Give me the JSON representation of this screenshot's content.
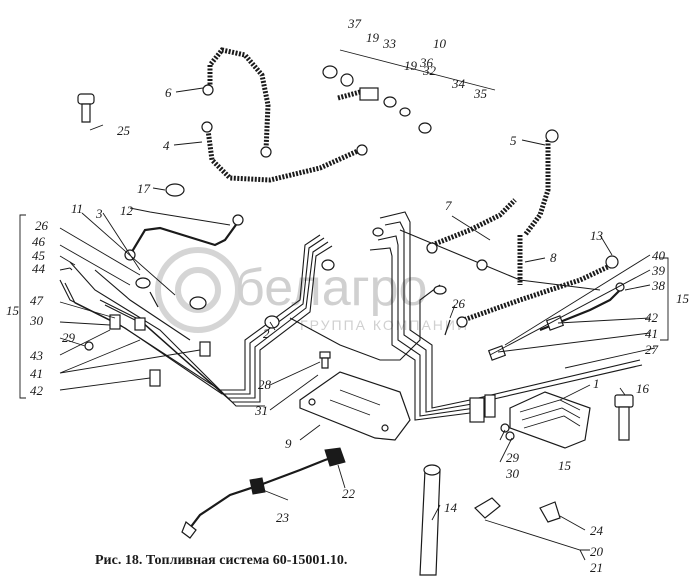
{
  "caption": "Рис. 18. Топливная система 60-15001.10.",
  "watermark": {
    "brand": "белагро",
    "subtitle": "ГРУППА КОМПАНИЙ"
  },
  "labels": {
    "n1": "1",
    "n2": "2",
    "n3": "3",
    "n4": "4",
    "n5": "5",
    "n6": "6",
    "n7": "7",
    "n8": "8",
    "n9": "9",
    "n10": "10",
    "n11": "11",
    "n12": "12",
    "n13": "13",
    "n14": "14",
    "n15a": "15",
    "n15b": "15",
    "n15c": "15",
    "n16": "16",
    "n17": "17",
    "n19a": "19",
    "n19b": "19",
    "n20": "20",
    "n21": "21",
    "n22": "22",
    "n23": "23",
    "n24": "24",
    "n25": "25",
    "n26a": "26",
    "n26b": "26",
    "n27": "27",
    "n28": "28",
    "n29a": "29",
    "n29b": "29",
    "n30a": "30",
    "n30b": "30",
    "n31": "31",
    "n32": "32",
    "n33": "33",
    "n34": "34",
    "n35": "35",
    "n36": "36",
    "n37": "37",
    "n38": "38",
    "n39": "39",
    "n40": "40",
    "n41a": "41",
    "n41b": "41",
    "n42a": "42",
    "n42b": "42",
    "n43": "43",
    "n44": "44",
    "n45": "45",
    "n46": "46",
    "n47": "47"
  }
}
